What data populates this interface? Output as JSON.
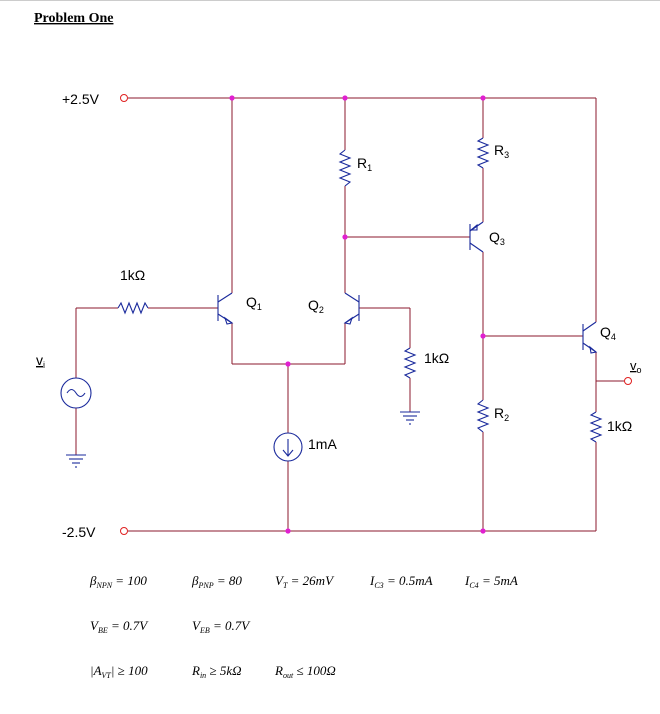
{
  "title": "Problem One",
  "supply_pos": "+2.5V",
  "supply_neg": "-2.5V",
  "input_label": "v",
  "input_sub": "i",
  "output_label": "v",
  "output_sub": "o",
  "input_resistor": "1kΩ",
  "q1": {
    "name": "Q",
    "sub": "1"
  },
  "q2": {
    "name": "Q",
    "sub": "2"
  },
  "q3": {
    "name": "Q",
    "sub": "3"
  },
  "q4": {
    "name": "Q",
    "sub": "4"
  },
  "r1": {
    "name": "R",
    "sub": "1"
  },
  "r2": {
    "name": "R",
    "sub": "2"
  },
  "r3": {
    "name": "R",
    "sub": "3"
  },
  "q2_base_resistor": "1kΩ",
  "load_resistor": "1kΩ",
  "current_source": "1mA",
  "specs": {
    "beta_npn": {
      "sym": "β",
      "sub": "NPN",
      "val": " = 100"
    },
    "beta_pnp": {
      "sym": "β",
      "sub": "PNP",
      "val": " = 80"
    },
    "vt": {
      "sym": "V",
      "sub": "T",
      "val": " = 26mV"
    },
    "ic3": {
      "sym": "I",
      "sub": "C3",
      "val": " = 0.5mA"
    },
    "ic4": {
      "sym": "I",
      "sub": "C4",
      "val": " = 5mA"
    },
    "vbe": {
      "sym": "V",
      "sub": "BE",
      "val": " = 0.7V"
    },
    "veb": {
      "sym": "V",
      "sub": "EB",
      "val": " = 0.7V"
    },
    "avt": {
      "sym": "|A",
      "sub": "VT",
      "val": "| ≥ 100"
    },
    "rin": {
      "sym": "R",
      "sub": "in",
      "val": " ≥ 5kΩ"
    },
    "rout": {
      "sym": "R",
      "sub": "out",
      "val": " ≤ 100Ω"
    }
  }
}
